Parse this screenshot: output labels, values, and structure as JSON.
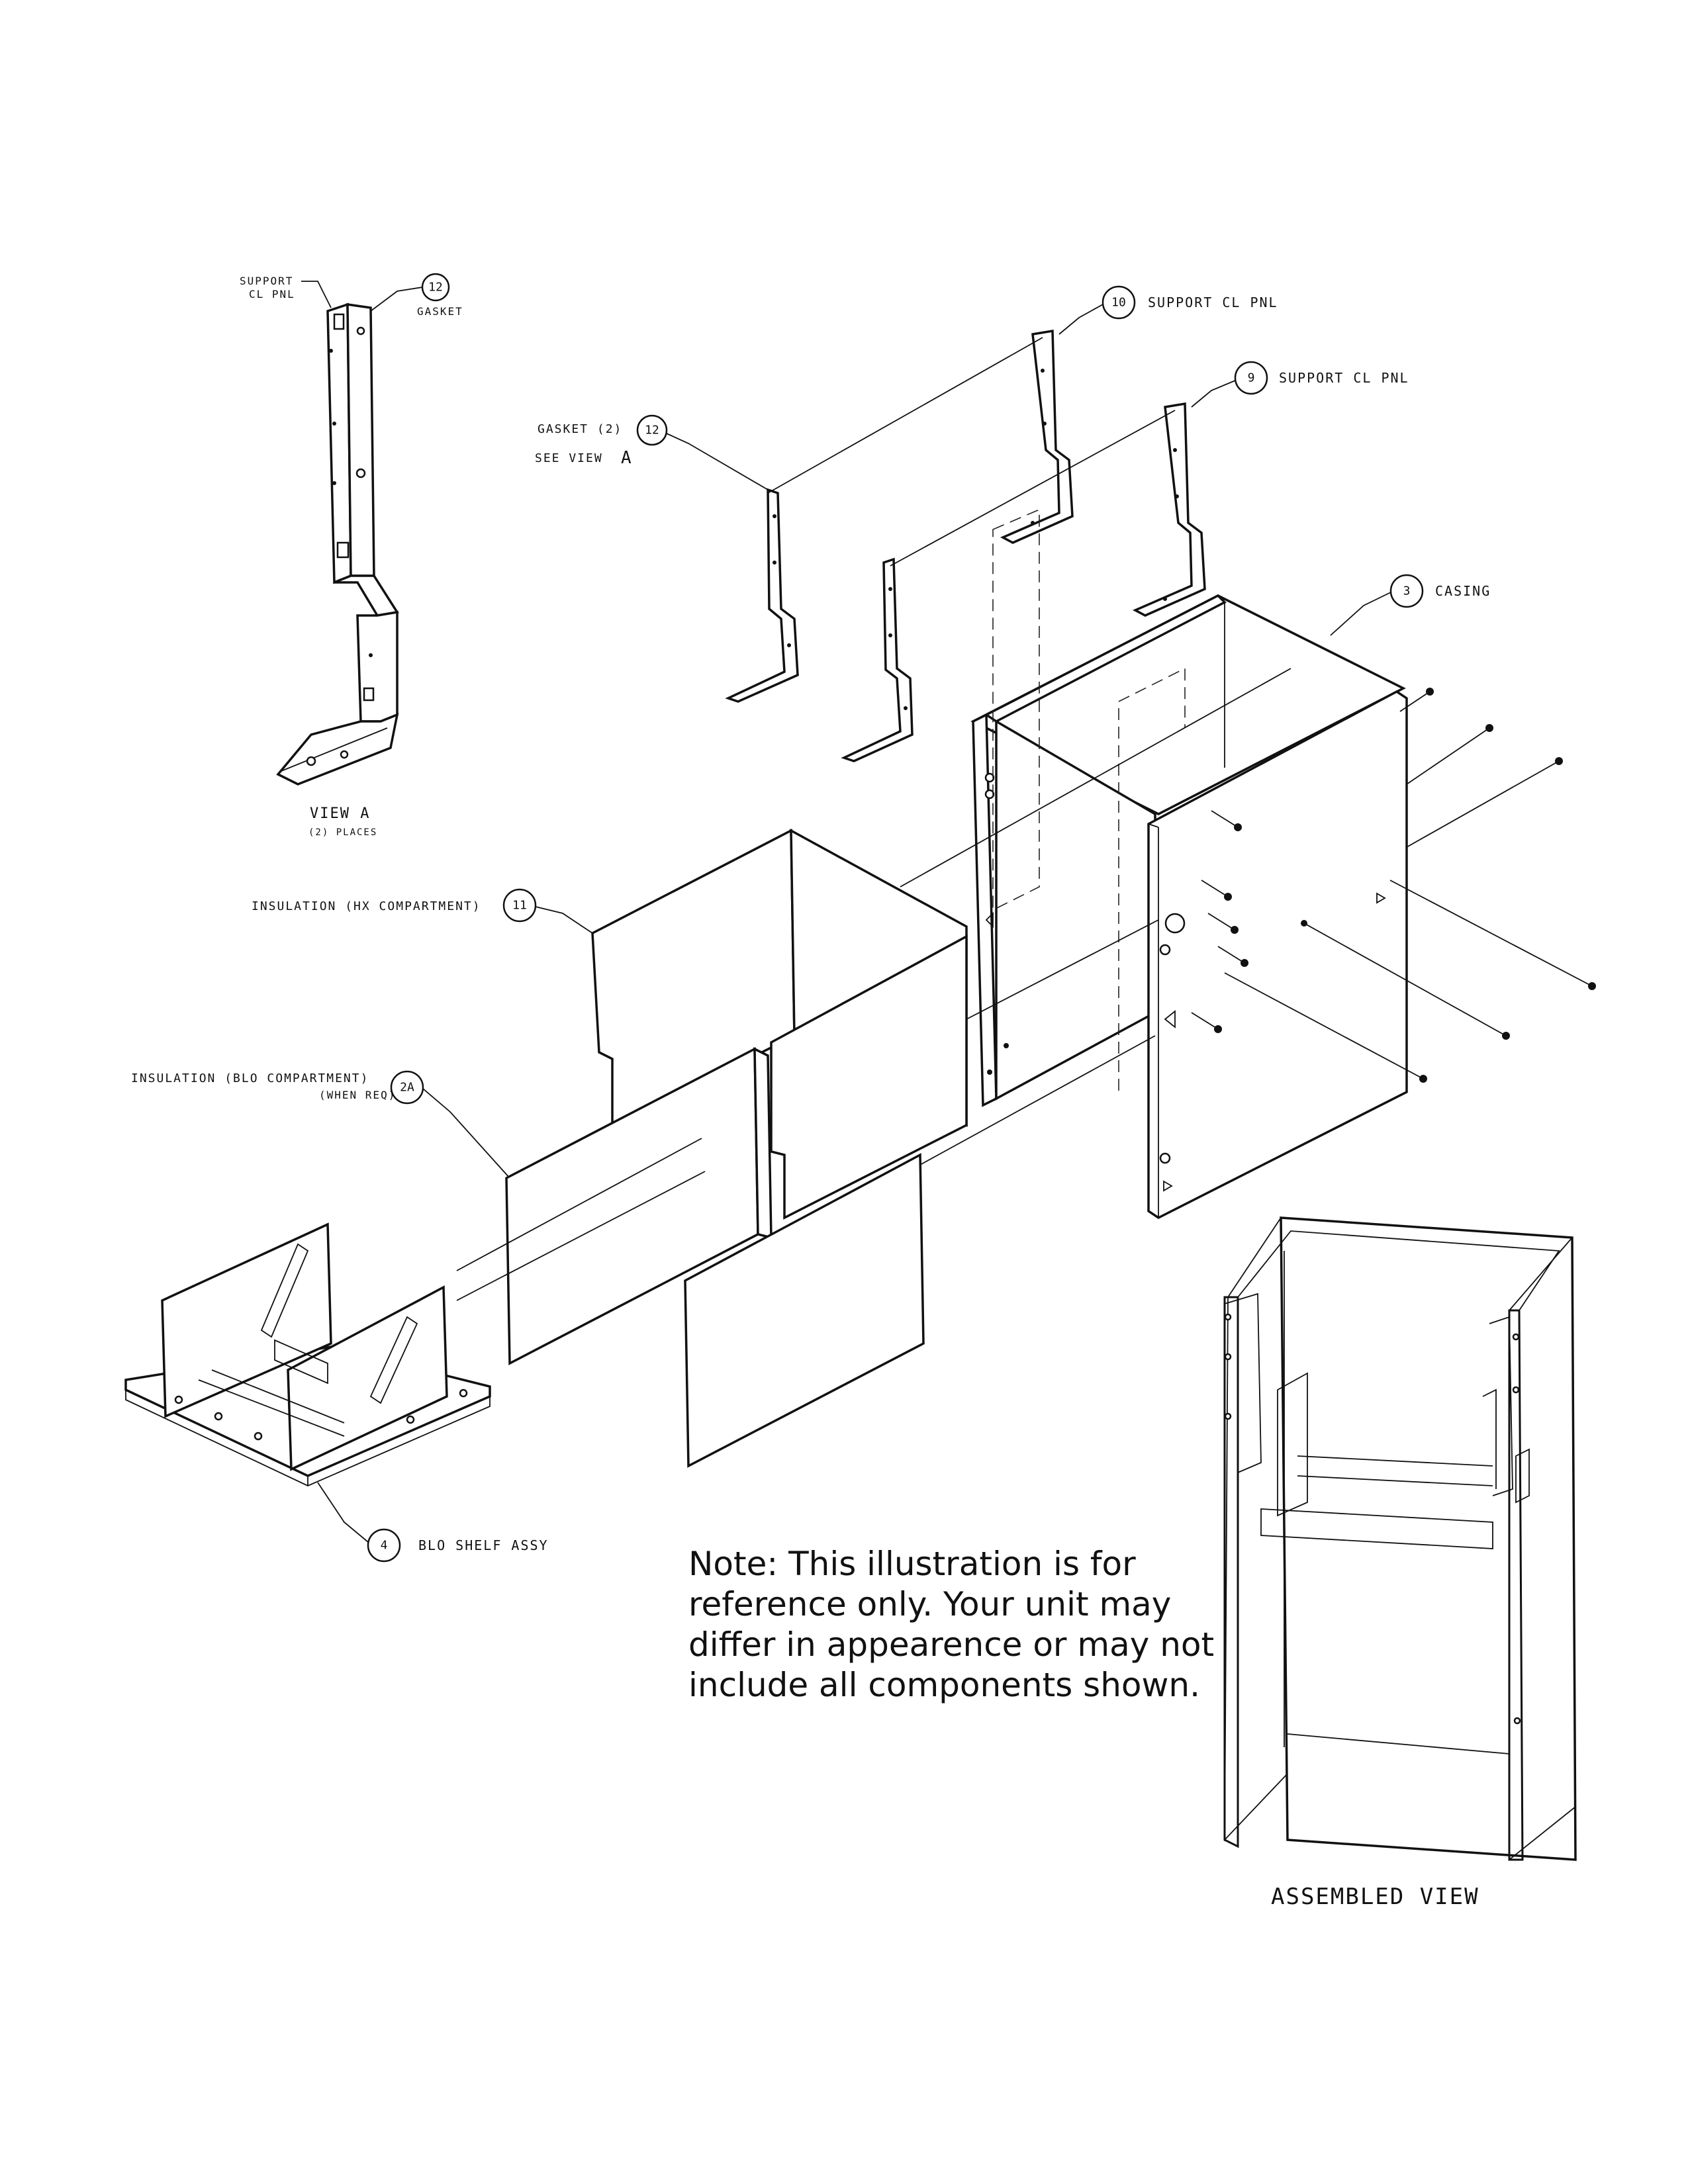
{
  "labels": {
    "view_a_support": "SUPPORT",
    "view_a_cl_pnl": "CL PNL",
    "view_a_gasket": "GASKET",
    "view_a_title": "VIEW A",
    "view_a_places": "(2) PLACES",
    "gasket_callout": "GASKET (2)",
    "see_view_a": "SEE VIEW",
    "see_view_a_letter": "A",
    "support_cl_pnl_10": "SUPPORT CL PNL",
    "support_cl_pnl_9": "SUPPORT CL PNL",
    "casing": "CASING",
    "insulation_hx": "INSULATION (HX COMPARTMENT)",
    "insulation_blo": "INSULATION (BLO COMPARTMENT)",
    "insulation_blo_when": "(WHEN REQ)",
    "blo_shelf": "BLO SHELF ASSY",
    "assembled_view": "ASSEMBLED VIEW"
  },
  "callouts": {
    "view_a_gasket": "12",
    "gasket": "12",
    "support_10": "10",
    "support_9": "9",
    "casing": "3",
    "insulation_hx": "11",
    "insulation_blo": "2A",
    "blo_shelf": "4"
  },
  "note": {
    "line1": "Note: This illustration is for",
    "line2": "reference only. Your unit may",
    "line3": "differ in appearence or may not",
    "line4": "include all components shown."
  }
}
